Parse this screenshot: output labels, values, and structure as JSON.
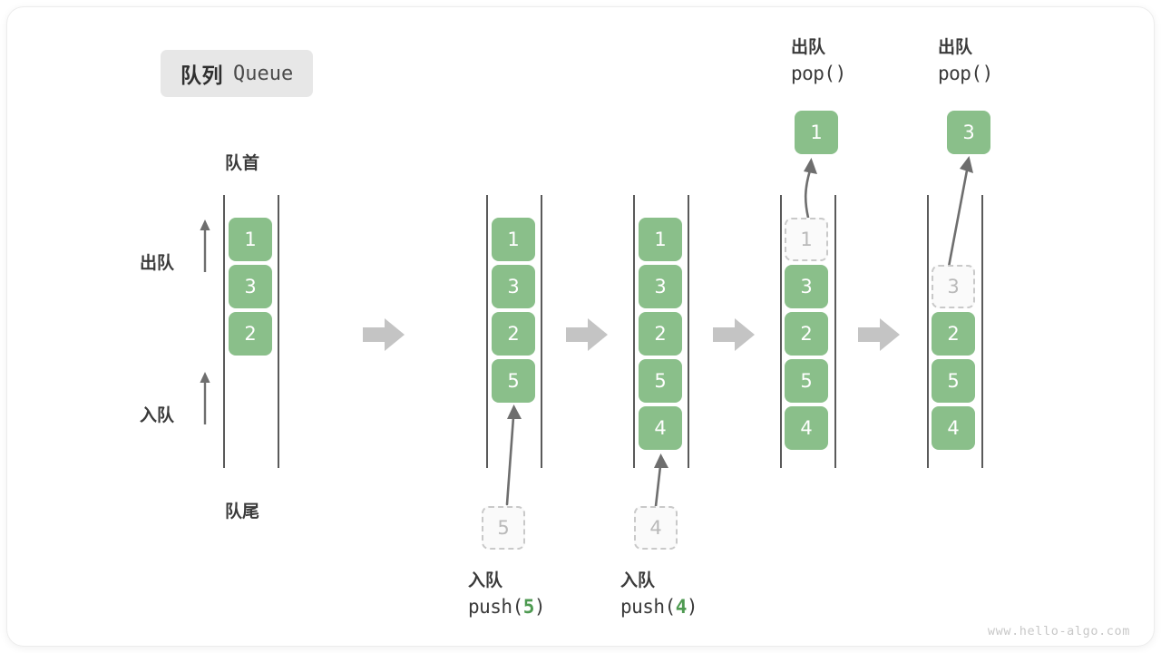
{
  "title": {
    "cn": "队列",
    "en": "Queue"
  },
  "labels": {
    "head": "队首",
    "tail": "队尾",
    "dequeue": "出队",
    "enqueue": "入队"
  },
  "colors": {
    "element": "#8abf8a",
    "ghost_border": "#c9c9c9",
    "ghost_text": "#b9b9b9",
    "rail": "#5a5a5a",
    "arrow": "#6e6e6e",
    "separator": "#c4c4c4",
    "badge_bg": "#e7e7e7",
    "code_accent": "#4e9a51",
    "text": "#3a3a3a"
  },
  "stages": [
    {
      "id": "initial",
      "items": [
        "1",
        "3",
        "2"
      ],
      "ghost": null,
      "ghost_slot": null,
      "operation": null
    },
    {
      "id": "after-push-5",
      "items": [
        "1",
        "3",
        "2",
        "5"
      ],
      "ghost": null,
      "ghost_slot": null,
      "operation": null
    },
    {
      "id": "after-push-4",
      "items": [
        "1",
        "3",
        "2",
        "5",
        "4"
      ],
      "ghost": null,
      "ghost_slot": null,
      "operation": null
    },
    {
      "id": "pop-1",
      "items": [
        "3",
        "2",
        "5",
        "4"
      ],
      "ghost": "1",
      "ghost_slot": 0,
      "operation": "pop"
    },
    {
      "id": "pop-3",
      "items": [
        "2",
        "5",
        "4"
      ],
      "ghost": "3",
      "ghost_slot": 1,
      "operation": "pop"
    }
  ],
  "operations": {
    "push_5": {
      "cn": "入队",
      "code_prefix": "push(",
      "code_value": "5",
      "code_suffix": ")",
      "ghost_value": "5"
    },
    "push_4": {
      "cn": "入队",
      "code_prefix": "push(",
      "code_value": "4",
      "code_suffix": ")",
      "ghost_value": "4"
    },
    "pop_1": {
      "cn": "出队",
      "code": "pop()",
      "popped_value": "1"
    },
    "pop_3": {
      "cn": "出队",
      "code": "pop()",
      "popped_value": "3"
    }
  },
  "separators": [
    "arrow-right",
    "arrow-right",
    "arrow-right",
    "arrow-right"
  ],
  "watermark": "www.hello-algo.com"
}
